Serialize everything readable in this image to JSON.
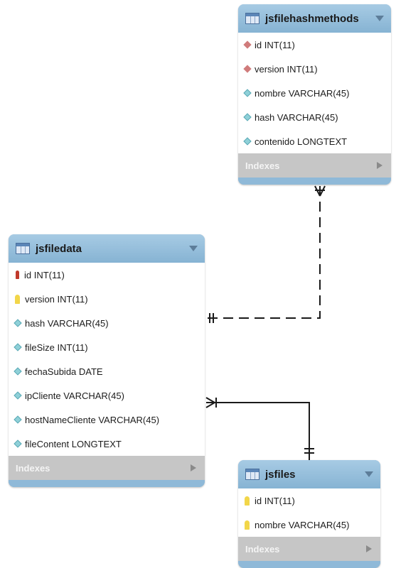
{
  "tables": [
    {
      "id": "jsfilehashmethods",
      "title": "jsfilehashmethods",
      "indexes_label": "Indexes",
      "columns": [
        {
          "text": "id INT(11)",
          "indicator": "diamond-red"
        },
        {
          "text": "version INT(11)",
          "indicator": "diamond-red"
        },
        {
          "text": "nombre VARCHAR(45)",
          "indicator": "diamond-blue"
        },
        {
          "text": "hash VARCHAR(45)",
          "indicator": "diamond-blue"
        },
        {
          "text": "contenido LONGTEXT",
          "indicator": "diamond-blue"
        }
      ]
    },
    {
      "id": "jsfiledata",
      "title": "jsfiledata",
      "indexes_label": "Indexes",
      "columns": [
        {
          "text": "id INT(11)",
          "indicator": "key-red"
        },
        {
          "text": "version INT(11)",
          "indicator": "key-yellow"
        },
        {
          "text": "hash VARCHAR(45)",
          "indicator": "diamond-blue"
        },
        {
          "text": "fileSize INT(11)",
          "indicator": "diamond-blue"
        },
        {
          "text": "fechaSubida DATE",
          "indicator": "diamond-blue"
        },
        {
          "text": "ipCliente VARCHAR(45)",
          "indicator": "diamond-blue"
        },
        {
          "text": "hostNameCliente VARCHAR(45)",
          "indicator": "diamond-blue"
        },
        {
          "text": "fileContent LONGTEXT",
          "indicator": "diamond-blue"
        }
      ]
    },
    {
      "id": "jsfiles",
      "title": "jsfiles",
      "indexes_label": "Indexes",
      "columns": [
        {
          "text": "id INT(11)",
          "indicator": "key-yellow"
        },
        {
          "text": "nombre VARCHAR(45)",
          "indicator": "key-yellow"
        }
      ]
    }
  ],
  "relationships": [
    {
      "from": "jsfiledata",
      "to": "jsfilehashmethods",
      "style": "dashed",
      "from_end": "one",
      "to_end": "zero-or-many"
    },
    {
      "from": "jsfiledata",
      "to": "jsfiles",
      "style": "solid",
      "from_end": "one-or-many",
      "to_end": "one"
    }
  ],
  "colors": {
    "header": "#8fb9d8",
    "indexes_bar": "#c6c6c6",
    "line": "#1a1a1a"
  }
}
